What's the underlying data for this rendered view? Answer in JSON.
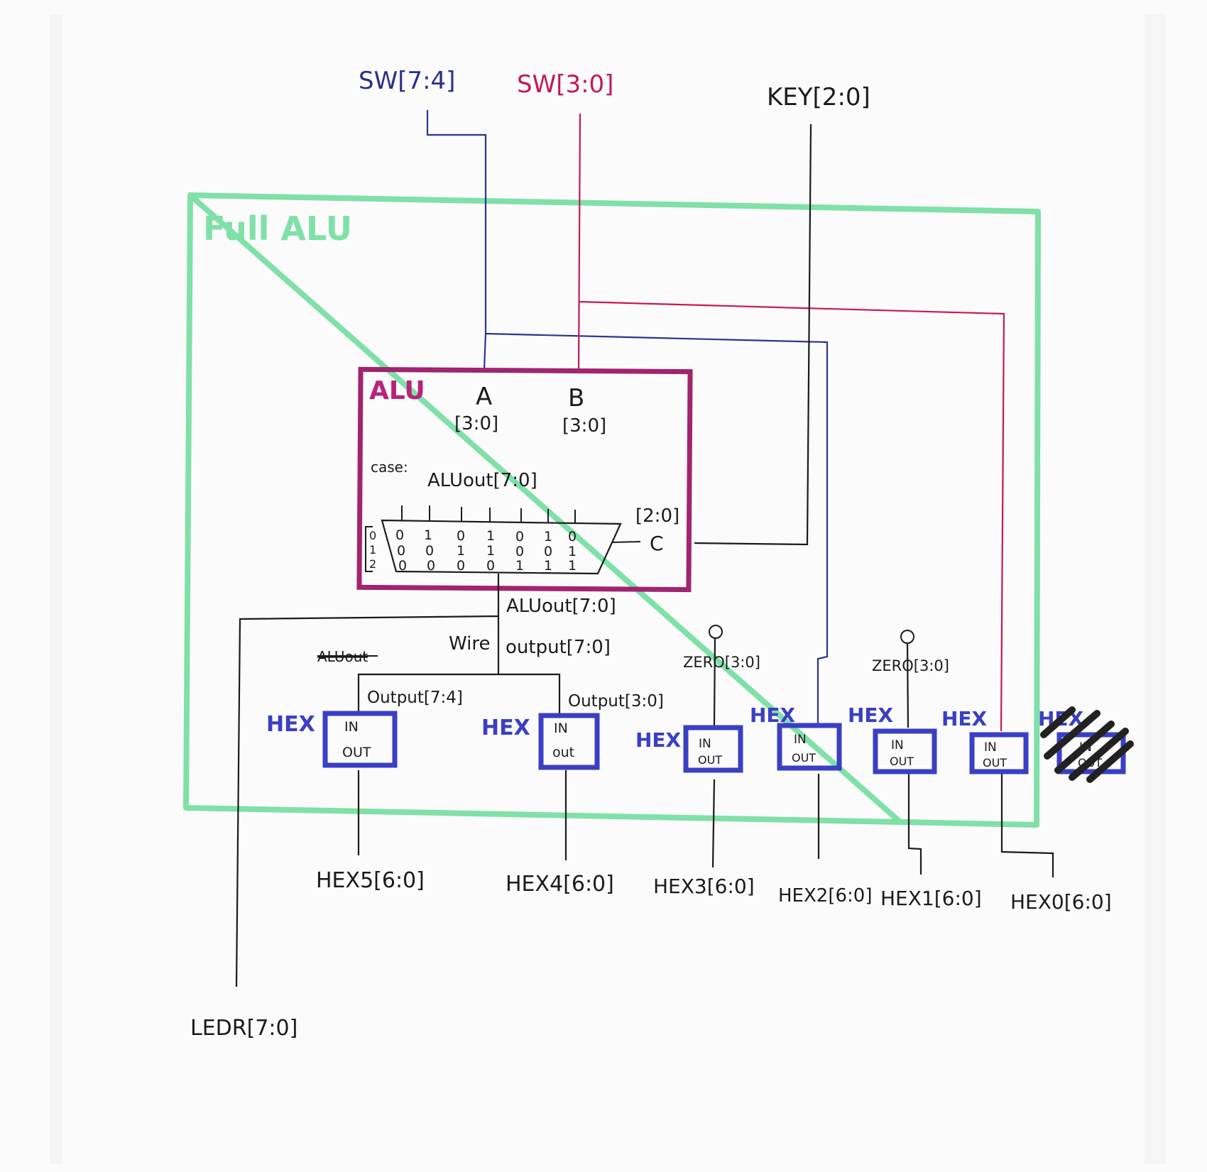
{
  "inputs": {
    "sw_high": "SW[7:4]",
    "sw_low": "SW[3:0]",
    "key": "KEY[2:0]"
  },
  "full_alu": {
    "label": "Full ALU"
  },
  "alu": {
    "label": "ALU",
    "a_name": "A",
    "a_range": "[3:0]",
    "b_name": "B",
    "b_range": "[3:0]",
    "case_label": "case:",
    "out_label": "ALUout[7:0]",
    "c_range": "[2:0]",
    "c_name": "C",
    "mux_rows": [
      [
        "0",
        "1",
        "0",
        "1",
        "0",
        "1",
        "0"
      ],
      [
        "0",
        "0",
        "1",
        "1",
        "0",
        "0",
        "1"
      ],
      [
        "0",
        "0",
        "0",
        "0",
        "1",
        "1",
        "1"
      ]
    ],
    "select_labels": [
      "0",
      "1",
      "2"
    ]
  },
  "wiring": {
    "alu_out_below": "ALUout[7:0]",
    "wire_label": "Wire",
    "output_label": "output[7:0]",
    "struck_label": "ALUout",
    "out_high": "Output[7:4]",
    "out_low": "Output[3:0]",
    "zero_a": "ZERO[3:0]",
    "zero_b": "ZERO[3:0]"
  },
  "hex_blocks": [
    {
      "tag": "HEX",
      "in": "IN",
      "out": "OUT",
      "output": "HEX5[6:0]"
    },
    {
      "tag": "HEX",
      "in": "IN",
      "out": "out",
      "output": "HEX4[6:0]"
    },
    {
      "tag": "HEX",
      "in": "IN",
      "out": "OUT",
      "output": "HEX3[6:0]"
    },
    {
      "tag": "HEX",
      "in": "IN",
      "out": "OUT",
      "output": "HEX2[6:0]"
    },
    {
      "tag": "HEX",
      "in": "IN",
      "out": "OUT",
      "output": "HEX1[6:0]"
    },
    {
      "tag": "HEX",
      "in": "IN",
      "out": "OUT",
      "output": "HEX0[6:0]"
    }
  ],
  "scratched_hex": {
    "tag": "HEX",
    "in": "IN",
    "out": "OUT"
  },
  "ledr": "LEDR[7:0]",
  "colors": {
    "green": "#7fe0a8",
    "magenta": "#a0246e",
    "navy_wire": "#2b3590",
    "pink_wire": "#c8175a",
    "hex_blue": "#3a3fc4",
    "black": "#1b1b1b"
  }
}
